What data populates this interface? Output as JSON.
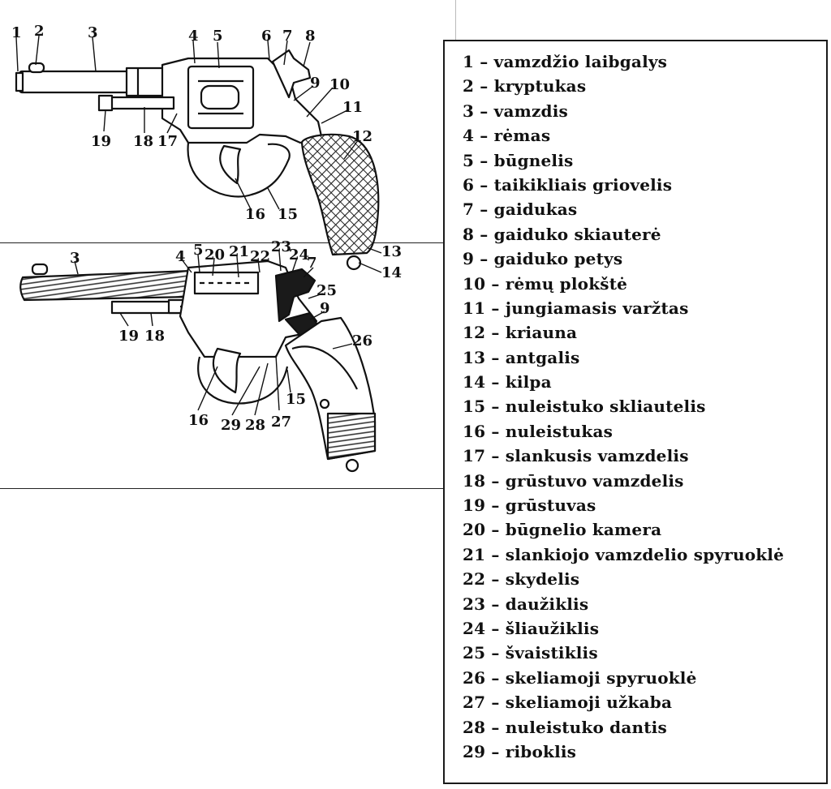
{
  "callouts_top": [
    "1",
    "2",
    "3",
    "4",
    "5",
    "6",
    "7",
    "8",
    "9",
    "10",
    "11",
    "12",
    "13",
    "14",
    "15",
    "16",
    "17",
    "18",
    "19"
  ],
  "callouts_bottom": [
    "3",
    "4",
    "5",
    "20",
    "21",
    "22",
    "23",
    "24",
    "7",
    "25",
    "9",
    "26",
    "19",
    "18",
    "16",
    "29",
    "28",
    "27",
    "15"
  ],
  "legend": [
    "1 – vamzdžio laibgalys",
    "2 – kryptukas",
    "3 – vamzdis",
    "4 – rėmas",
    "5 – būgnelis",
    "6 – taikikliais griovelis",
    "7 – gaidukas",
    "8 – gaiduko skiauterė",
    "9 – gaiduko petys",
    "10 – rėmų plokštė",
    "11 – jungiamasis varžtas",
    "12 – kriauna",
    "13 – antgalis",
    "14 – kilpa",
    "15 – nuleistuko skliautelis",
    "16 – nuleistukas",
    "17 – slankusis vamzdelis",
    "18 – grūstuvo vamzdelis",
    "19 – grūstuvas",
    "20 – būgnelio kamera",
    "21 – slankiojo vamzdelio spyruoklė",
    "22 – skydelis",
    "23 – daužiklis",
    "24 – šliaužiklis",
    "25 – švaistiklis",
    "26 – skeliamoji spyruoklė",
    "27 – skeliamoji užkaba",
    "28 – nuleistuko dantis",
    "29 – riboklis"
  ]
}
